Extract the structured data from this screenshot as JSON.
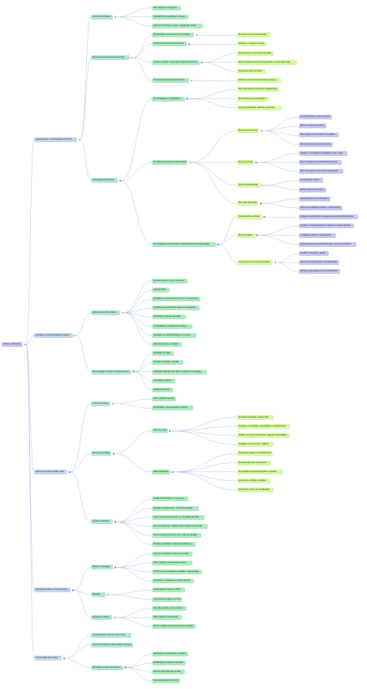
{
  "colors": {
    "level0": "#c7c9ef",
    "level1": "#c2d7ef",
    "level2": "#b1e6d3",
    "level3": "#a9edbf",
    "level4": "#d6fa9b",
    "level5": "#c5c8f3",
    "link": "#b9c7e8"
  },
  "root": {
    "label": "Produto e Marketing",
    "children": [
      {
        "label": "Características e Classificação de Produtos",
        "children": [
          {
            "label": "Conceito de Produtos",
            "children": [
              {
                "label": "Bens tangíveis e intangíveis"
              },
              {
                "label": "Satisfação de necessidades e desejos"
              },
              {
                "label": "Incluem bens físicos, serviços, experiências, ideias"
              }
            ]
          },
          {
            "label": "Níveis de Produto (Conceito de Kotler)",
            "children": [
              {
                "label": "Produto Básico ou Essencial (Core Product)",
                "children": [
                  {
                    "label": "Benefício ou serviço fundamental"
                  }
                ]
              },
              {
                "label": "Produto Esperado (Actual Expected)",
                "children": [
                  {
                    "label": "Atributos e condições mínimas"
                  }
                ]
              },
              {
                "label": "Produto Ampliado / Aumentado (Augmented Product)",
                "children": [
                  {
                    "label": "Expectativas do consumidor superadas"
                  },
                  {
                    "label": "Diferenciação da concorrência (garantias, serviços adicionais)"
                  },
                  {
                    "label": "Melhoria de valor percebido"
                  }
                ]
              },
              {
                "label": "Produto Potencial (Potential Product)",
                "children": [
                  {
                    "label": "Melhorias e transformações futuras possíveis"
                  }
                ]
              }
            ]
          },
          {
            "label": "Classificação de Produtos",
            "children": [
              {
                "label": "Por Durabilidade e Tangibilidade",
                "children": [
                  {
                    "label": "Bens não duráveis (consumidos rapidamente)"
                  },
                  {
                    "label": "Bens duráveis (uso prolongado)"
                  },
                  {
                    "label": "Serviços (intangíveis, variáveis, perecíveis)"
                  }
                ]
              },
              {
                "label": "Por Hábitos de Compra do Consumidor",
                "children": [
                  {
                    "label": "Bens de Conveniência",
                    "children": [
                      {
                        "label": "Compra frequente e pouco esforço"
                      },
                      {
                        "label": "Bens de compra por impulso"
                      },
                      {
                        "label": "Bens básicos ou de primeira necessidade"
                      },
                      {
                        "label": "Bens de emergência ou de urgência"
                      }
                    ]
                  },
                  {
                    "label": "Bens de Compra",
                    "children": [
                      {
                        "label": "Seleção e comparação de qualidade, preço e estilo"
                      },
                      {
                        "label": "Bens homogêneos (características similares)"
                      },
                      {
                        "label": "Bens heterogêneos (diferenças significativas)"
                      }
                    ]
                  },
                  {
                    "label": "Bens de Especialidade",
                    "children": [
                      {
                        "label": "Características únicas"
                      },
                      {
                        "label": "Esforço especial de compra"
                      }
                    ]
                  },
                  {
                    "label": "Bens Não Procurados",
                    "children": [
                      {
                        "label": "Desconhecidos ou não desejados"
                      },
                      {
                        "label": "Requerem publicidade intensa e venda pessoal"
                      }
                    ]
                  }
                ]
              },
              {
                "label": "Por Finalidade de Uso (Produtos Industriais/Produtos Empresariais)",
                "children": [
                  {
                    "label": "Matérias-primas e Peças",
                    "children": [
                      {
                        "label": "Integram o produto final como parte do processo de manufatura"
                      }
                    ]
                  },
                  {
                    "label": "Bens de Capital",
                    "children": [
                      {
                        "label": "Auxiliam no desenvolvimento ou gestão do produto acabado"
                      },
                      {
                        "label": "Instalações (edifícios, equipamentos)"
                      },
                      {
                        "label": "Equipamentos acessórios (ferramentas, móveis de escritório)"
                      }
                    ]
                  },
                  {
                    "label": "Suprimentos e Serviços Empresariais",
                    "children": [
                      {
                        "label": "Facilitam a operação e gestão"
                      },
                      {
                        "label": "Suprimentos operacionais e de manutenção"
                      },
                      {
                        "label": "Serviços empresariais e de aconselhamento"
                      }
                    ]
                  }
                ]
              }
            ]
          }
        ]
      },
      {
        "label": "Vantagens de Diferenciação de Produtos",
        "children": [
          {
            "label": "Atributos para Diferenciação",
            "children": [
              {
                "label": "Formato (tamanho, forma, estrutura)"
              },
              {
                "label": "Características"
              },
              {
                "label": "Qualidade de desempenho (níveis de funcionamento)"
              },
              {
                "label": "Qualidade de conformidade (ausência de defeitos)"
              },
              {
                "label": "Durabilidade (vida útil esperada)"
              },
              {
                "label": "Confiabilidade (probabilidade de falhas)"
              },
              {
                "label": "Facilidade de reparo (facilidade de conserto)"
              },
              {
                "label": "Estilo (aparência e sensação)"
              }
            ]
          },
          {
            "label": "Diferenciação de Serviços Complementares",
            "children": [
              {
                "label": "Facilidade de pedido"
              },
              {
                "label": "Entrega (velocidade, precisão)"
              },
              {
                "label": "Instalação (realizada para deixar o produto em operação)"
              },
              {
                "label": "Orientação ao cliente"
              },
              {
                "label": "Assistência técnica"
              }
            ]
          }
        ]
      },
      {
        "label": "Marca como Diferenciação e Valor",
        "children": [
          {
            "label": "Conceito de Marca",
            "children": [
              {
                "label": "Nome, símbolo, desenho"
              },
              {
                "label": "Identificação e diferenciação de produtos"
              }
            ]
          },
          {
            "label": "Elementos de Marca",
            "children": [
              {
                "label": "Nome de marca",
                "children": [
                  {
                    "label": "Benefícios do produto e diferenciais"
                  },
                  {
                    "label": "Produto e a expressões, especialidade e reconhecimento"
                  },
                  {
                    "label": "Produto, em termos de presença e ligação mercadológica"
                  },
                  {
                    "label": "Facilidade em pronunciar e registrar"
                  }
                ]
              },
              {
                "label": "Marca Registrada",
                "children": [
                  {
                    "label": "Proteção da imagem e reconhecimento"
                  },
                  {
                    "label": "Proteção legal para uso exclusivo"
                  },
                  {
                    "label": "Propriedade intelectual registrada e exclusiva"
                  },
                  {
                    "label": "Redução de conflitos e imitações"
                  },
                  {
                    "label": "Proteção da marca, sua identificação"
                  }
                ]
              }
            ]
          },
          {
            "label": "Gestão de Portfólios",
            "children": [
              {
                "label": "Gestão de Portfólios (ex.: Prop+Lan)"
              },
              {
                "label": "Decisões de Produtos (ex.: Produtos de digital)"
              },
              {
                "label": "Linha e extensão de produtos (ex.: Ampliação de linha)"
              },
              {
                "label": "Mix de Produtos (ex.: Produtos diferenciados em produtos)"
              },
              {
                "label": "Tipo de Produtos de acordo com o valor de intenção"
              },
              {
                "label": "Produtos, Estratégias e Ações para Marketing"
              }
            ]
          }
        ]
      },
      {
        "label": "Estratégia de Marca e Posicionamento",
        "children": [
          {
            "label": "Marcas e Estratégias",
            "children": [
              {
                "label": "Fomentar a lealdade à marca e ao produto"
              },
              {
                "label": "Criar e distinguir a identidade da marca"
              },
              {
                "label": "Posicionamento estratégico, qualidade e segmentação"
              },
              {
                "label": "Aplicação de estratégias de posicionamento"
              }
            ]
          },
          {
            "label": "Branding",
            "children": [
              {
                "label": "Identificação da marca e produto"
              },
              {
                "label": "Construção da imagem da marca"
              }
            ]
          },
          {
            "label": "Estratégia de Marca",
            "children": [
              {
                "label": "Extensão de linha e novos produtos"
              },
              {
                "label": "Marca própria e de fabricante"
              },
              {
                "label": "Marcas múltiplas e posicionamento de mercado"
              }
            ]
          }
        ]
      },
      {
        "label": "Ciclo de Vida dos Produtos",
        "children": [
          {
            "label": "Introdução (fase inicial de crescimento)"
          },
          {
            "label": "Crescimento (aumento das vendas e mercado)"
          },
          {
            "label": "Maturidade (vendas em declínio)",
            "children": [
              {
                "label": "Estratégias de manutenção de produto"
              },
              {
                "label": "Modificação do produto e mercados"
              },
              {
                "label": "Declínio (diminuição das vendas)"
              },
              {
                "label": "Reposicionamento do produto"
              }
            ]
          }
        ]
      }
    ]
  }
}
